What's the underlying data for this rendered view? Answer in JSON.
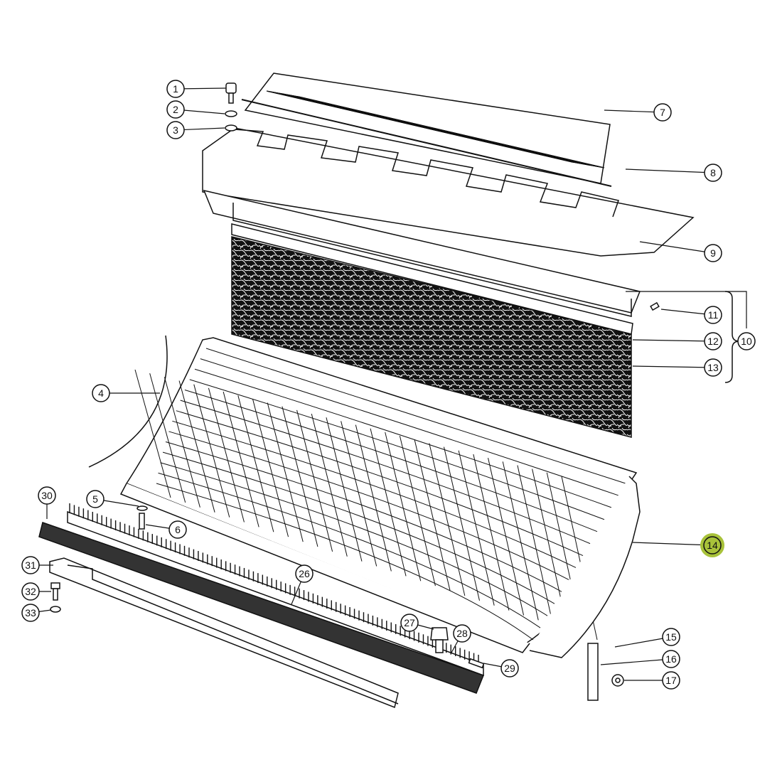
{
  "diagram": {
    "type": "exploded-parts-view",
    "highlight_color": "#a8c23a",
    "highlighted_part": "14",
    "callouts": [
      "1",
      "2",
      "3",
      "4",
      "5",
      "6",
      "7",
      "8",
      "9",
      "10",
      "11",
      "12",
      "13",
      "14",
      "15",
      "16",
      "17",
      "26",
      "27",
      "28",
      "29",
      "30",
      "31",
      "32",
      "33"
    ]
  }
}
